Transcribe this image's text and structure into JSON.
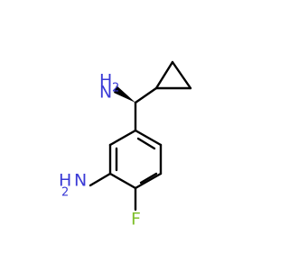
{
  "molecule": {
    "labels": {
      "top_amine_h": "H",
      "top_amine_n": "N",
      "top_amine_sub": "2",
      "left_amine_h": "H",
      "left_amine_n": "N",
      "left_amine_sub": "2",
      "fluorine": "F"
    },
    "colors": {
      "bond": "#000000",
      "amine": "#3a3ad6",
      "fluorine": "#7fbf2a"
    }
  }
}
